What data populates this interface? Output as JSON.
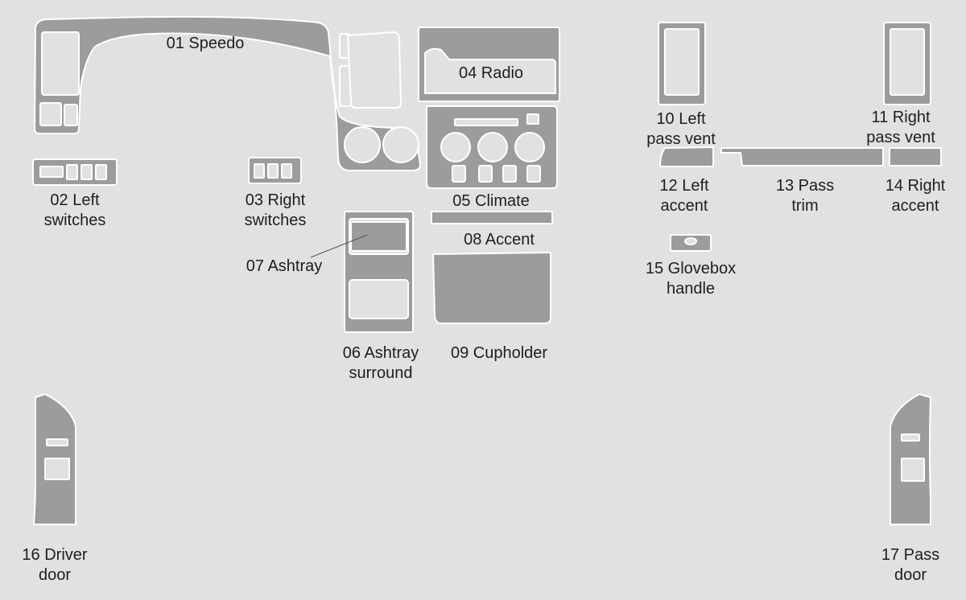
{
  "parts": [
    {
      "id": "01",
      "lines": [
        "01 Speedo"
      ]
    },
    {
      "id": "02",
      "lines": [
        "02 Left",
        "switches"
      ]
    },
    {
      "id": "03",
      "lines": [
        "03 Right",
        "switches"
      ]
    },
    {
      "id": "04",
      "lines": [
        "04 Radio"
      ]
    },
    {
      "id": "05",
      "lines": [
        "05 Climate"
      ]
    },
    {
      "id": "06",
      "lines": [
        "06 Ashtray",
        "surround"
      ]
    },
    {
      "id": "07",
      "lines": [
        "07 Ashtray"
      ]
    },
    {
      "id": "08",
      "lines": [
        "08 Accent"
      ]
    },
    {
      "id": "09",
      "lines": [
        "09 Cupholder"
      ]
    },
    {
      "id": "10",
      "lines": [
        "10 Left",
        "pass vent"
      ]
    },
    {
      "id": "11",
      "lines": [
        "11 Right",
        "pass vent"
      ]
    },
    {
      "id": "12",
      "lines": [
        "12 Left",
        "accent"
      ]
    },
    {
      "id": "13",
      "lines": [
        "13 Pass",
        "trim"
      ]
    },
    {
      "id": "14",
      "lines": [
        "14 Right",
        "accent"
      ]
    },
    {
      "id": "15",
      "lines": [
        "15 Glovebox",
        "handle"
      ]
    },
    {
      "id": "16",
      "lines": [
        "16 Driver",
        "door"
      ]
    },
    {
      "id": "17",
      "lines": [
        "17 Pass",
        "door"
      ]
    }
  ],
  "colors": {
    "background": "#e1e1e1",
    "part_fill": "#9c9c9c",
    "part_outline": "#ffffff",
    "text": "#1e1e1e"
  }
}
